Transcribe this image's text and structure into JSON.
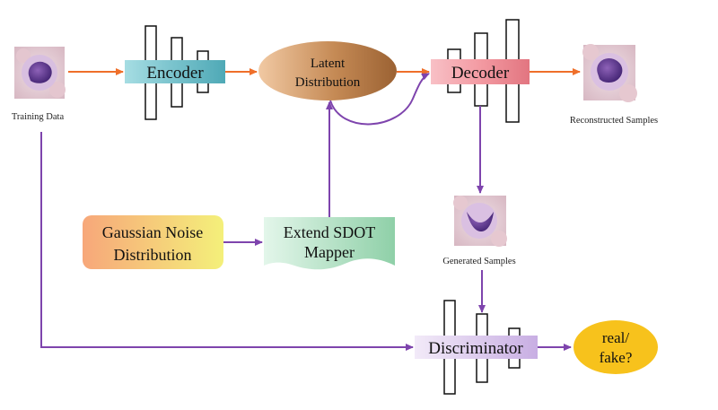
{
  "labels": {
    "training_data": "Training Data",
    "encoder": "Encoder",
    "latent_line1": "Latent",
    "latent_line2": "Distribution",
    "decoder": "Decoder",
    "reconstructed": "Reconstructed Samples",
    "generated": "Generated Samples",
    "gaussian_line1": "Gaussian Noise",
    "gaussian_line2": "Distribution",
    "sdot_line1": "Extend SDOT",
    "sdot_line2": "Mapper",
    "discriminator": "Discriminator",
    "output_line1": "real/",
    "output_line2": "fake?"
  },
  "colors": {
    "orange_arrow": "#ef6f2a",
    "purple_arrow": "#7e44ad",
    "encoder_fill": "#7fc6cf",
    "decoder_fill": "#f39aa2",
    "latent_fill": "#b87e4c",
    "discriminator_fill": "#dcc9ec",
    "output_fill": "#f7c21c",
    "gaussian_fill_left": "#f7a77a",
    "gaussian_fill_right": "#f4f07a",
    "sdot_fill": "#b4e3c6"
  }
}
